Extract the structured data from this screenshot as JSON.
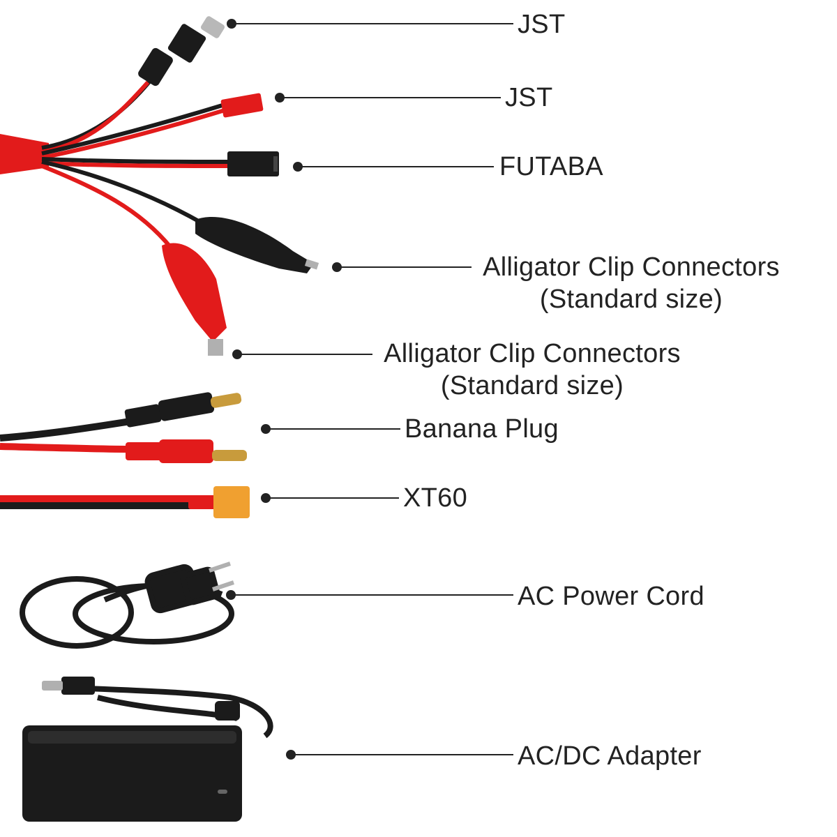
{
  "labels": {
    "jst_top": "JST",
    "jst_red": "JST",
    "futaba": "FUTABA",
    "alligator_black_line1": "Alligator Clip Connectors",
    "alligator_black_line2": "(Standard size)",
    "alligator_red_line1": "Alligator Clip Connectors",
    "alligator_red_line2": "(Standard size)",
    "banana": "Banana Plug",
    "xt60": "XT60",
    "ac_cord": "AC Power Cord",
    "adapter": "AC/DC Adapter"
  },
  "colors": {
    "wire_red": "#e21b1b",
    "wire_black": "#1b1b1b",
    "xt60_yellow": "#f0a030",
    "brass": "#c89b3c",
    "leader_line": "#222222"
  }
}
